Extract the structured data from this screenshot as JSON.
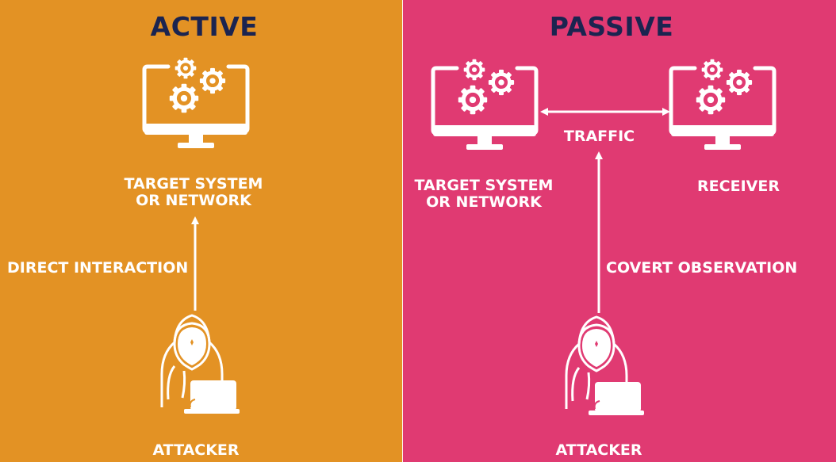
{
  "colors": {
    "active_bg": "#e39224",
    "passive_bg": "#e03a72",
    "title": "#1b2450",
    "foreground": "#ffffff"
  },
  "active": {
    "title": "ACTIVE",
    "target": {
      "line1": "TARGET SYSTEM",
      "line2": "OR NETWORK",
      "icon": "monitor-gears-icon"
    },
    "interaction_label": "DIRECT INTERACTION",
    "attacker": {
      "label": "ATTACKER",
      "icon": "hooded-hacker-laptop-icon"
    }
  },
  "passive": {
    "title": "PASSIVE",
    "target": {
      "line1": "TARGET SYSTEM",
      "line2": "OR NETWORK",
      "icon": "monitor-gears-icon"
    },
    "receiver": {
      "label": "RECEIVER",
      "icon": "monitor-gears-icon"
    },
    "traffic_label": "TRAFFIC",
    "observation_label": "COVERT OBSERVATION",
    "attacker": {
      "label": "ATTACKER",
      "icon": "hooded-hacker-laptop-icon"
    }
  }
}
